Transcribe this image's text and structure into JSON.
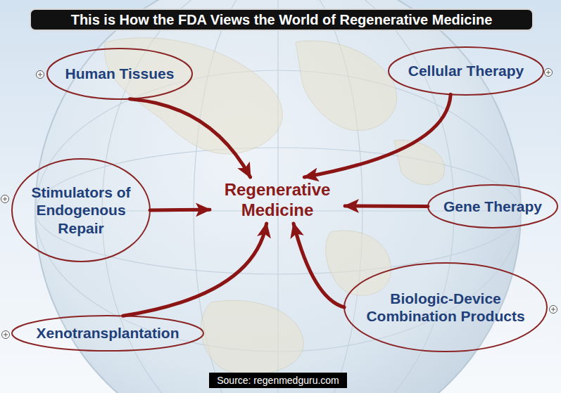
{
  "diagram": {
    "title": "This is How the FDA Views the World of Regenerative Medicine",
    "caption": "Source: regenmedguru.com",
    "nodes": [
      {
        "text": [
          "Human Tissues"
        ]
      },
      {
        "text": [
          "Cellular Therapy"
        ]
      },
      {
        "text": [
          "Stimulators of Endogenous Repair"
        ]
      },
      {
        "text": [
          "Regenerative Medicine"
        ]
      },
      {
        "text": [
          "Gene Therapy"
        ]
      },
      {
        "text": [
          "Xenotransplantation"
        ]
      },
      {
        "text": [
          "Biologic-Device Combination Products"
        ]
      }
    ],
    "edges": [
      {
        "from": 0,
        "to": 3,
        "arrow": "to"
      },
      {
        "from": 1,
        "to": 3,
        "arrow": "to"
      },
      {
        "from": 2,
        "to": 3,
        "arrow": "to"
      },
      {
        "from": 4,
        "to": 3,
        "arrow": "to"
      },
      {
        "from": 5,
        "to": 3,
        "arrow": "to"
      },
      {
        "from": 6,
        "to": 3,
        "arrow": "to"
      }
    ]
  }
}
